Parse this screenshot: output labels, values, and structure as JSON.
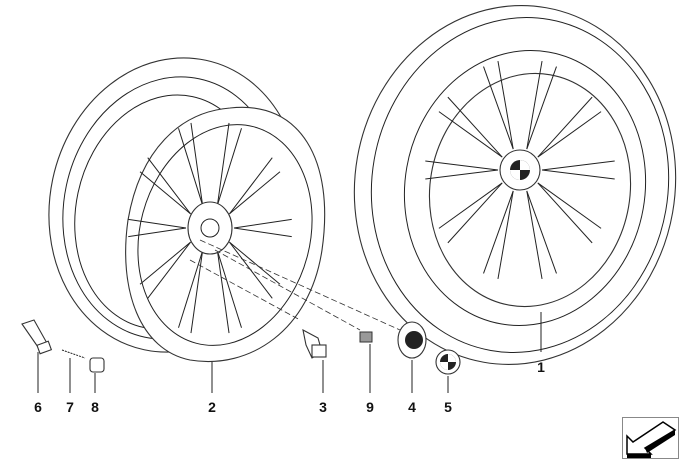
{
  "diagram": {
    "parts": [
      {
        "id": "1",
        "label": "1"
      },
      {
        "id": "2",
        "label": "2"
      },
      {
        "id": "3",
        "label": "3"
      },
      {
        "id": "4",
        "label": "4"
      },
      {
        "id": "5",
        "label": "5"
      },
      {
        "id": "6",
        "label": "6"
      },
      {
        "id": "7",
        "label": "7"
      },
      {
        "id": "8",
        "label": "8"
      },
      {
        "id": "9",
        "label": "9"
      }
    ]
  },
  "navigation": {
    "icon": "arrow-down-left-icon"
  }
}
